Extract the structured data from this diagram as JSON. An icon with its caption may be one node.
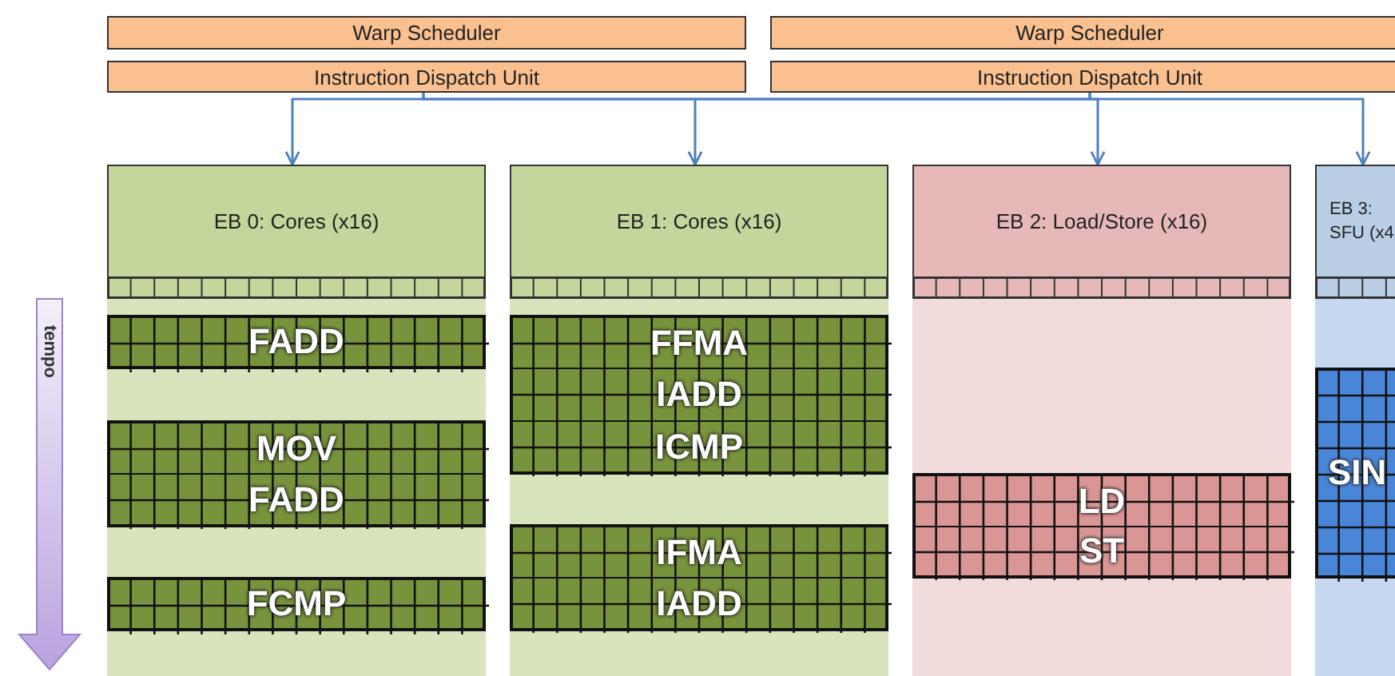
{
  "diagram": {
    "nodes": [
      {
        "text": [
          "Warp Scheduler"
        ]
      },
      {
        "text": [
          "Instruction Dispatch Unit"
        ]
      },
      {
        "text": [
          "Warp Scheduler"
        ]
      },
      {
        "text": [
          "Instruction Dispatch Unit"
        ]
      },
      {
        "text": [
          "EB 0: Cores (x16)"
        ]
      },
      {
        "text": [
          "EB 1: Cores (x16)"
        ]
      },
      {
        "text": [
          "EB 2: Load/Store (x16)"
        ]
      },
      {
        "text": [
          "EB 3: SFU (x4"
        ]
      },
      {
        "text": [
          "FADD"
        ],
        "in": 4
      },
      {
        "text": [
          "MOV"
        ],
        "in": 4
      },
      {
        "text": [
          "FADD"
        ],
        "in": 4
      },
      {
        "text": [
          "FCMP"
        ],
        "in": 4
      },
      {
        "text": [
          "FFMA"
        ],
        "in": 5
      },
      {
        "text": [
          "IADD"
        ],
        "in": 5
      },
      {
        "text": [
          "ICMP"
        ],
        "in": 5
      },
      {
        "text": [
          "IFMA"
        ],
        "in": 5
      },
      {
        "text": [
          "IADD"
        ],
        "in": 5
      },
      {
        "text": [
          "LD"
        ],
        "in": 6
      },
      {
        "text": [
          "ST"
        ],
        "in": 6
      },
      {
        "text": [
          "SIN"
        ],
        "in": 7
      }
    ],
    "edges": [
      {
        "from": 1,
        "to": 4,
        "arrow": "to"
      },
      {
        "from": 1,
        "to": 5,
        "arrow": "to"
      },
      {
        "from": 1,
        "to": 6,
        "arrow": "to"
      },
      {
        "from": 1,
        "to": 7,
        "arrow": "to"
      },
      {
        "from": 3,
        "to": 4,
        "arrow": "to"
      },
      {
        "from": 3,
        "to": 5,
        "arrow": "to"
      },
      {
        "from": 3,
        "to": 6,
        "arrow": "to"
      },
      {
        "from": 3,
        "to": 7,
        "arrow": "to"
      }
    ],
    "labels": [
      "tempo"
    ]
  }
}
